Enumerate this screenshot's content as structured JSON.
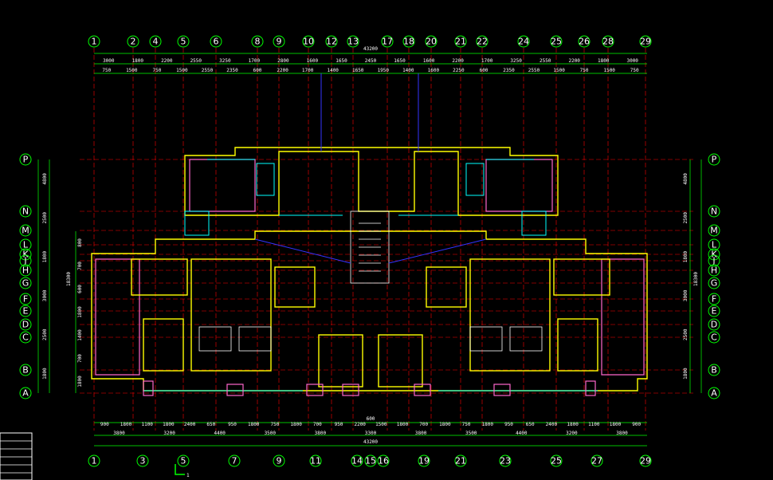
{
  "plan": {
    "columns_top": [
      "1",
      "2",
      "4",
      "5",
      "6",
      "8",
      "9",
      "10",
      "12",
      "13",
      "17",
      "18",
      "20",
      "21",
      "22",
      "24",
      "25",
      "26",
      "28",
      "29"
    ],
    "columns_bottom": [
      "1",
      "3",
      "5",
      "7",
      "9",
      "11",
      "14",
      "15",
      "16",
      "19",
      "21",
      "23",
      "25",
      "27",
      "29"
    ],
    "rows_left": [
      "P",
      "N",
      "M",
      "L",
      "K",
      "J",
      "H",
      "G",
      "F",
      "E",
      "D",
      "C",
      "B",
      "A"
    ],
    "rows_right": [
      "P",
      "N",
      "M",
      "L",
      "K",
      "J",
      "H",
      "G",
      "F",
      "E",
      "D",
      "C",
      "B",
      "A"
    ],
    "total_width_top": "43200",
    "total_width_bottom": "43200",
    "dims_top_row1": [
      "3000",
      "1800",
      "2200",
      "2550",
      "3250",
      "1700",
      "2800",
      "1600",
      "1650",
      "2450",
      "1650",
      "1600",
      "2200",
      "1700",
      "3250",
      "2550",
      "2200",
      "1800",
      "3000"
    ],
    "dims_top_row2": [
      "750",
      "1500",
      "750",
      "1500",
      "2550",
      "2350",
      "600",
      "2200",
      "1700",
      "1400",
      "1650",
      "1950",
      "1400",
      "1600",
      "2250",
      "600",
      "2350",
      "2550",
      "1500",
      "750",
      "1500",
      "750"
    ],
    "dims_bottom_row1": [
      "900",
      "1800",
      "1100",
      "1800",
      "2400",
      "650",
      "950",
      "1800",
      "750",
      "1800",
      "700",
      "950",
      "2200",
      "1500",
      "1800",
      "700",
      "1800",
      "750",
      "1800",
      "950",
      "650",
      "2400",
      "1800",
      "1100",
      "1800",
      "900"
    ],
    "dims_bottom_row2": [
      "3800",
      "3200",
      "4400",
      "3500",
      "3800",
      "3300",
      "3800",
      "3500",
      "4400",
      "3200",
      "3800"
    ],
    "dims_bottom_center": "600",
    "dims_left_outer": [
      "4800",
      "2500",
      "1800",
      "3000",
      "2500",
      "1800"
    ],
    "dims_left_inner": [
      "800",
      "700",
      "600",
      "1800",
      "1400",
      "700",
      "1800"
    ],
    "dims_left_total": "18300",
    "dims_right_outer": [
      "4800",
      "2500",
      "1800",
      "3000",
      "2500",
      "1800"
    ],
    "dims_right_total": "18300",
    "title_mark": "1"
  }
}
